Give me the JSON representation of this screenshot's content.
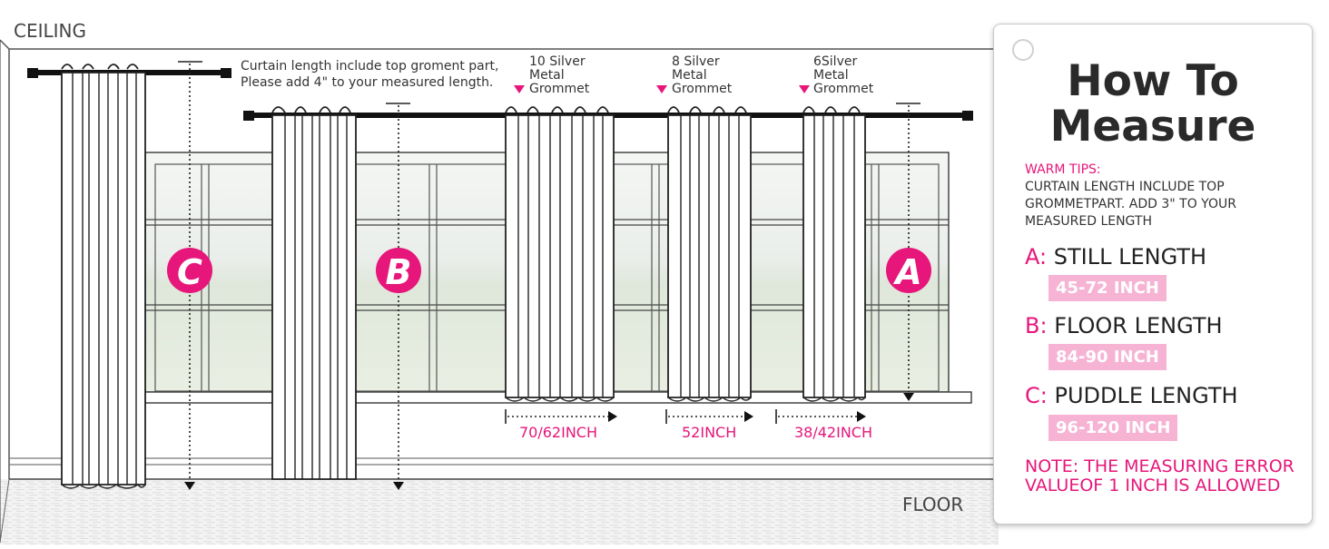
{
  "scene": {
    "ceiling_label": "CEILING",
    "floor_label": "FLOOR",
    "top_note_line1": "Curtain length include top groment part,",
    "top_note_line2": "Please add 4\" to your measured length.",
    "badges": [
      {
        "letter": "C"
      },
      {
        "letter": "B"
      },
      {
        "letter": "A"
      }
    ],
    "grommet_notes": [
      {
        "line1": "10 Silver",
        "line2": "Metal",
        "line3": "Grommet"
      },
      {
        "line1": "8 Silver",
        "line2": "Metal",
        "line3": "Grommet"
      },
      {
        "line1": "6Silver",
        "line2": "Metal",
        "line3": "Grommet"
      }
    ],
    "widths": [
      "70/62INCH",
      "52INCH",
      "38/42INCH"
    ],
    "colors": {
      "accent": "#e6167a",
      "badge_fill": "#e6167a",
      "range_fill": "#f6b3d4",
      "rod": "#111111"
    }
  },
  "card": {
    "title_line1": "How To",
    "title_line2": "Measure",
    "warm_tips_label": "WARM TIPS:",
    "warm_tips_line1": "CURTAIN LENGTH INCLUDE TOP",
    "warm_tips_line2": "GROMMETPART. ADD 3\" TO YOUR",
    "warm_tips_line3": "MEASURED LENGTH",
    "items": [
      {
        "key": "A:",
        "label": "STILL LENGTH",
        "range": "45-72 INCH"
      },
      {
        "key": "B:",
        "label": "FLOOR LENGTH",
        "range": "84-90 INCH"
      },
      {
        "key": "C:",
        "label": "PUDDLE LENGTH",
        "range": "96-120 INCH"
      }
    ],
    "note_line1": "NOTE: THE MEASURING ERROR",
    "note_line2": "VALUEOF 1 INCH IS ALLOWED"
  }
}
